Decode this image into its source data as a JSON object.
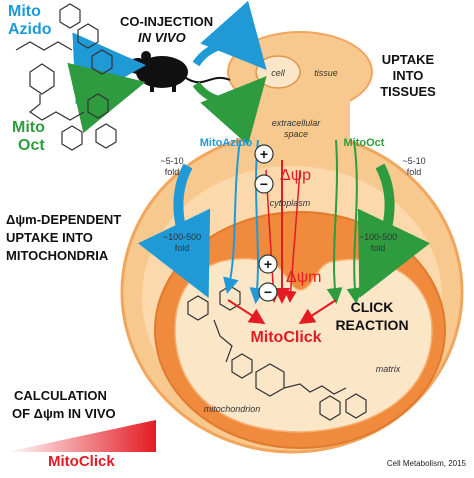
{
  "labels": {
    "mito_azido": [
      "Mito",
      "Azido"
    ],
    "mito_oct": [
      "Mito",
      "Oct"
    ],
    "co_injection": [
      "CO-INJECTION",
      "IN VIVO"
    ],
    "uptake_tissues": [
      "UPTAKE",
      "INTO",
      "TISSUES"
    ],
    "cell": "cell",
    "tissue": "tissue",
    "extracellular_space": [
      "extracellular",
      "space"
    ],
    "arrow_mitoazido": "MitoAzido",
    "arrow_mitooct": "MitoOct",
    "fold_left_top": [
      "~5-10",
      "fold"
    ],
    "fold_right_top": [
      "~5-10",
      "fold"
    ],
    "delta_psi_p": "Δψp",
    "cytoplasm": "cytoplasm",
    "dependent_uptake": [
      "Δψm-DEPENDENT",
      "UPTAKE INTO",
      "MITOCHONDRIA"
    ],
    "fold_left_mid": [
      "~100-500",
      "fold"
    ],
    "fold_right_mid": [
      "~100-500",
      "fold"
    ],
    "delta_psi_m": "Δψm",
    "click_reaction": [
      "CLICK",
      "REACTION"
    ],
    "mitoclick_center": "MitoClick",
    "matrix": "matrix",
    "mitochondrion": "mitochondrion",
    "calculation": [
      "CALCULATION",
      "OF Δψm IN VIVO"
    ],
    "mitoclick_bottom": "MitoClick",
    "citation": "Cell Metabolism, 2015",
    "plus_sign": "+",
    "minus_sign": "−"
  },
  "colors": {
    "azido_blue": "#1f9ad6",
    "oct_green": "#2e9b3f",
    "mitoclick_red": "#e31b23",
    "outer_cell": "#f8c98e",
    "cytoplasm": "#fbd9ad",
    "membrane": "#f08a3c",
    "matrix": "#fce6c8"
  }
}
